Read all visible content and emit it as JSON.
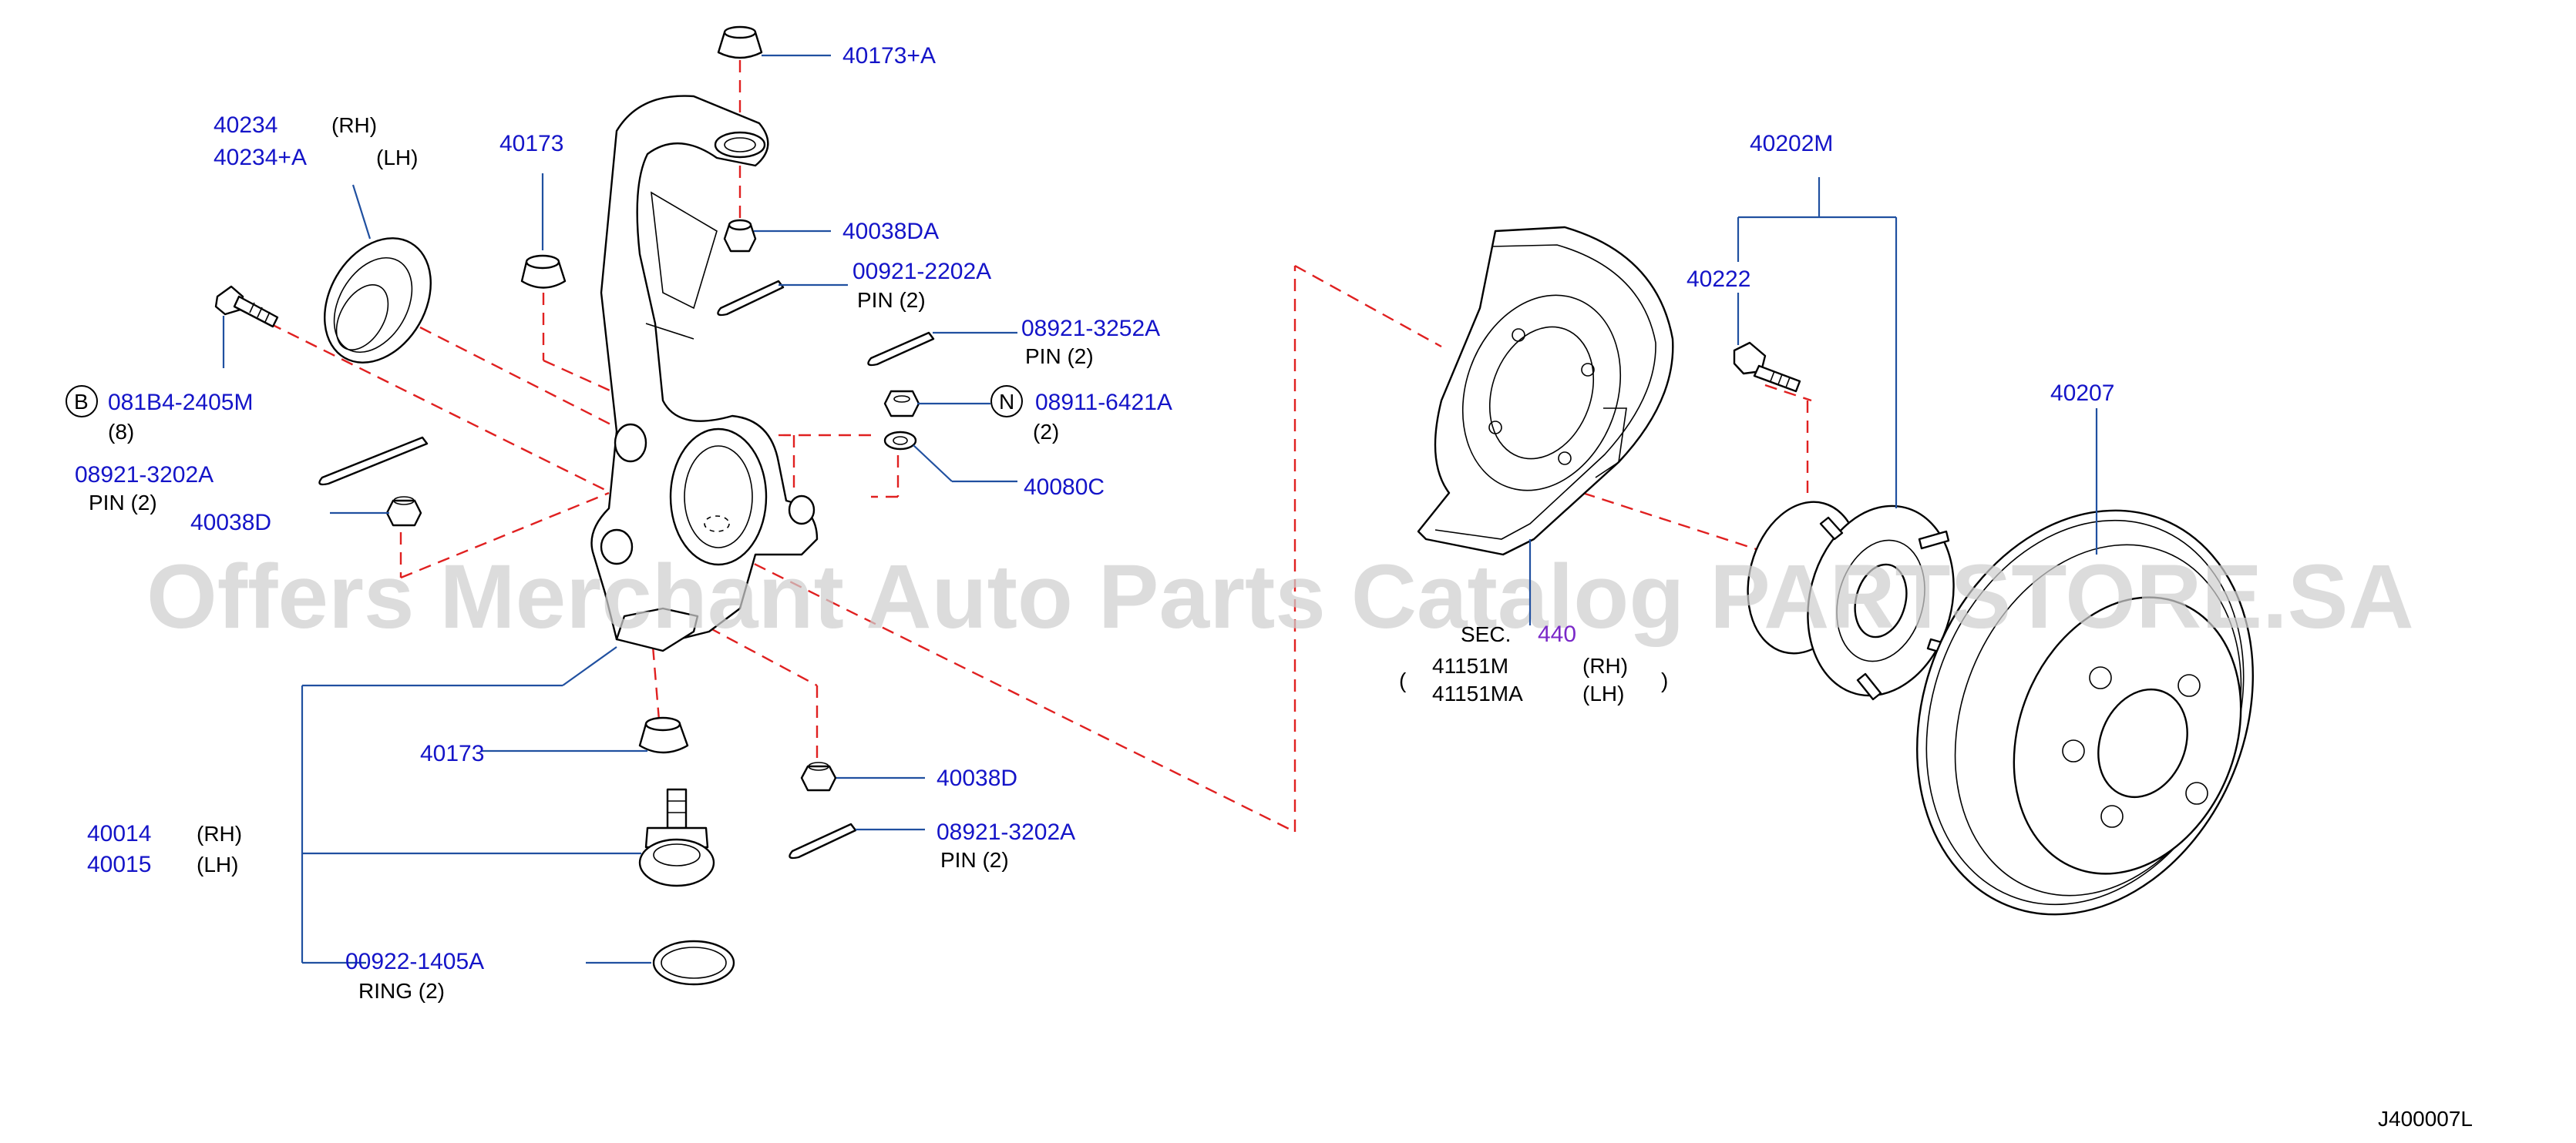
{
  "diagram": {
    "drawing_code": "J400007L",
    "watermark": "Offers Merchant Auto Parts Catalog PARTSTORE.SA"
  },
  "callouts": {
    "p40173A": "40173+A",
    "p40234": "40234",
    "p40234_side": "(RH)",
    "p40234A": "40234+A",
    "p40234A_side": "(LH)",
    "p40173_top": "40173",
    "p40038DA": "40038DA",
    "p00921": "00921-2202A",
    "p00921_note": "PIN   (2)",
    "p08921_3252": "08921-3252A",
    "p08921_3252_note": "PIN   (2)",
    "p081B4_symbol": "B",
    "p081B4": "081B4-2405M",
    "p081B4_qty": "(8)",
    "p08911_symbol": "N",
    "p08911": "08911-6421A",
    "p08911_qty": "(2)",
    "p08921_left": "08921-3202A",
    "p08921_left_note": "PIN  (2)",
    "p40080C": "40080C",
    "p40038D_left": "40038D",
    "p40173_bottom": "40173",
    "p40038D_right": "40038D",
    "p08921_right": "08921-3202A",
    "p08921_right_note": "PIN   (2)",
    "p40014": "40014",
    "p40014_side": "(RH)",
    "p40015": "40015",
    "p40015_side": "(LH)",
    "p00922": "00922-1405A",
    "p00922_note": "RING  (2)",
    "sec_label": "SEC.",
    "sec_number": "440",
    "p41151M": "41151M",
    "p41151M_side": "(RH)",
    "p41151MA": "41151MA",
    "p41151MA_side": "(LH)",
    "p40202M": "40202M",
    "p40222": "40222",
    "p40207": "40207"
  },
  "colors": {
    "part_number": "#1414c8",
    "leader_line": "#2050a0",
    "assembly_dash": "#e02020",
    "section_ref": "#7a28c8",
    "watermark": "#cfcfcf"
  }
}
